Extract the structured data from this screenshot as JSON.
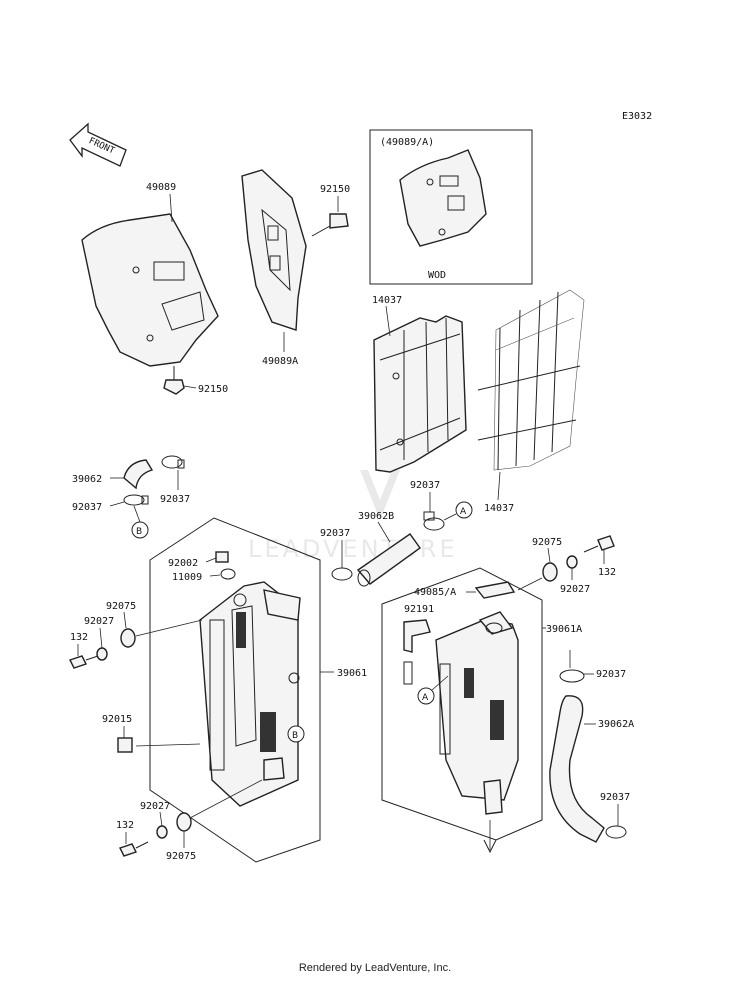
{
  "diagram_code": "E3032",
  "front_label": "FRONT",
  "inset": {
    "title": "(49089/A)",
    "caption": "WOD"
  },
  "watermark": "LEADVENTURE",
  "footer": "Rendered by LeadVenture, Inc.",
  "callouts": {
    "p49089": "49089",
    "p92150_top": "92150",
    "p49089A": "49089A",
    "p92150_bottom": "92150",
    "p14037_left": "14037",
    "p14037_right": "14037",
    "p39062": "39062",
    "p92037_a": "92037",
    "p92037_b": "92037",
    "p92037_c": "92037",
    "p92037_d": "92037",
    "p92037_e": "92037",
    "p92037_f": "92037",
    "p39062B": "39062B",
    "p92002": "92002",
    "p11009": "11009",
    "p92075_left": "92075",
    "p92027_left": "92027",
    "p132_left": "132",
    "p39061": "39061",
    "p92015": "92015",
    "p92027_bottom": "92027",
    "p132_bottom": "132",
    "p92075_bottom": "92075",
    "p92075_right": "92075",
    "p92027_right": "92027",
    "p132_right": "132",
    "p49085A": "49085/A",
    "p92191": "92191",
    "p39061A": "39061A",
    "p39062A": "39062A"
  },
  "markers": {
    "a1": "A",
    "a2": "A",
    "b1": "B",
    "b2": "B"
  }
}
